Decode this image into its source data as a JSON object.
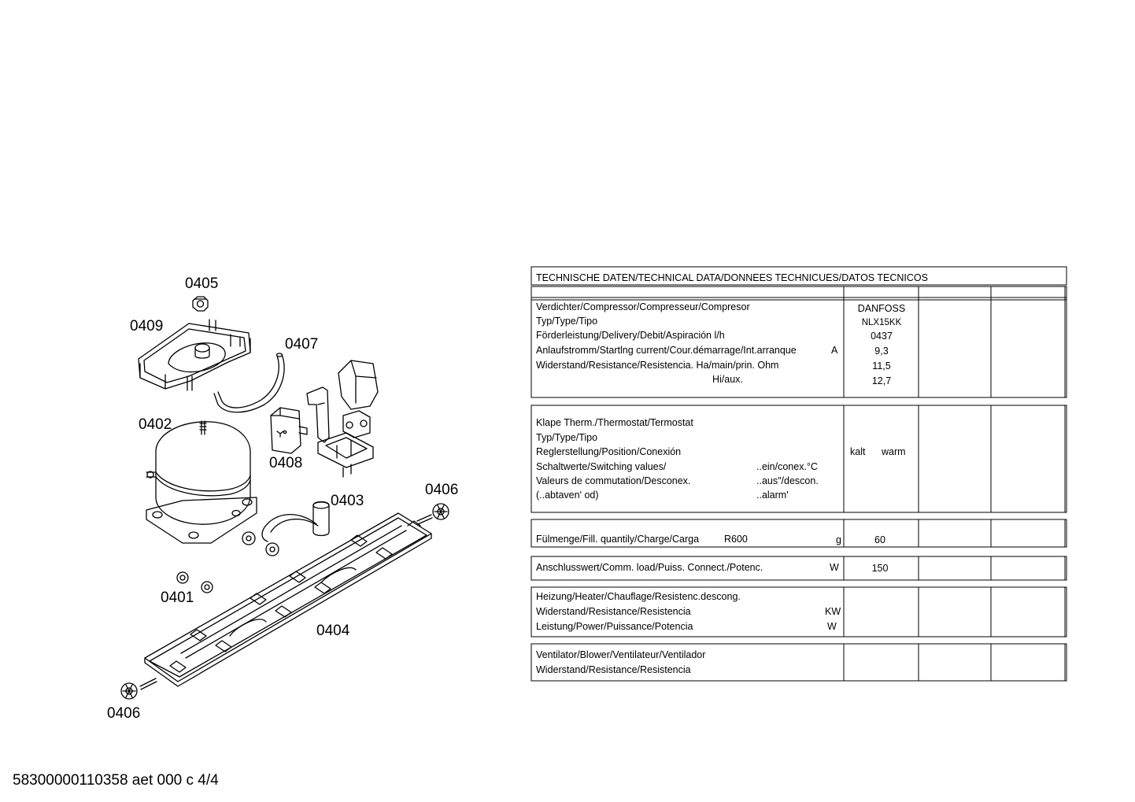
{
  "diagram": {
    "callouts": {
      "p0405": "0405",
      "p0409": "0409",
      "p0407": "0407",
      "p0402": "0402",
      "p0408": "0408",
      "p0403": "0403",
      "p0406a": "0406",
      "p0401": "0401",
      "p0404": "0404",
      "p0406b": "0406"
    }
  },
  "table": {
    "title": "TECHNISCHE DATEN/TECHNICAL DATA/DONNEES TECHNICUES/DATOS TECNICOS",
    "compressor": {
      "rows": [
        "Verdichter/Compressor/Compresseur/Compresor",
        "Typ/Type/Tipo",
        "Förderleistung/Delivery/Debit/Aspiración l/h",
        "Anlaufstromm/Startlng current/Cour.démarrage/Int.arranque",
        "Widerstand/Resistance/Resistencia. Ha/main/prin. Ohm"
      ],
      "hiaux": "Hi/aux.",
      "unit_a": "A",
      "values": [
        "DANFOSS",
        "NLX15KK",
        "0437",
        "9,3",
        "11,5",
        "12,7"
      ]
    },
    "thermostat": {
      "rows": [
        "Klape Therm./Thermostat/Termostat",
        "Typ/Type/Tipo",
        "Reglerstellung/Position/Conexión",
        "Schaltwerte/Switching values/",
        "Valeurs de commutation/Desconex.",
        "(..abtaven' od)"
      ],
      "subs": [
        "..ein/conex.°C",
        "..aus\"/descon.",
        "..alarm'"
      ],
      "kalt": "kalt",
      "warm": "warm"
    },
    "fill": {
      "label": "Fülmenge/Fill. quantily/Charge/Carga",
      "refrigerant": "R600",
      "unit": "g",
      "value": "60"
    },
    "load": {
      "label": "Anschlusswert/Comm. load/Puiss. Connect./Potenc.",
      "unit": "W",
      "value": "150"
    },
    "heater": {
      "rows": [
        "Heizung/Heater/Chauflage/Resistenc.descong.",
        "Widerstand/Resistance/Resistencia",
        "Leistung/Power/Puissance/Potencia"
      ],
      "units": [
        "KW",
        "W"
      ]
    },
    "blower": {
      "rows": [
        "Ventilator/Blower/Ventilateur/Ventilador",
        "Widerstand/Resistance/Resistencia"
      ]
    }
  },
  "footer": {
    "code": "58300000110358 aet 000 c 4/4"
  }
}
